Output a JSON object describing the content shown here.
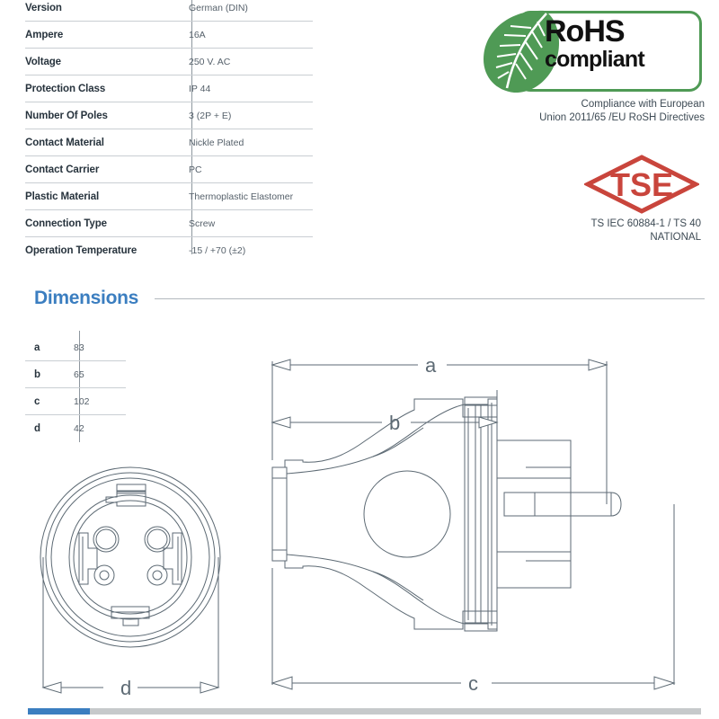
{
  "specifications": {
    "rows": [
      {
        "label": "Version",
        "value": "German (DIN)"
      },
      {
        "label": "Ampere",
        "value": "16A"
      },
      {
        "label": "Voltage",
        "value": "250 V. AC"
      },
      {
        "label": "Protection Class",
        "value": "IP 44"
      },
      {
        "label": "Number Of Poles",
        "value": "3 (2P + E)"
      },
      {
        "label": "Contact Material",
        "value": "Nickle Plated"
      },
      {
        "label": "Contact Carrier",
        "value": "PC"
      },
      {
        "label": "Plastic Material",
        "value": "Thermoplastic Elastomer"
      },
      {
        "label": "Connection Type",
        "value": "Screw"
      },
      {
        "label": "Operation Temperature",
        "value": "-15 / +70 (±2)"
      }
    ]
  },
  "certifications": {
    "rohs": {
      "title": "RoHS",
      "subtitle": "compliant",
      "note_line1": "Compliance with European",
      "note_line2": "Union 2011/65 /EU RoSH Directives",
      "green": "#4f9a55"
    },
    "tse": {
      "mark_text": "TSE",
      "note_line1": "TS IEC 60884-1 / TS 40",
      "note_line2": "NATIONAL",
      "red": "#c9453c"
    }
  },
  "dimensions_section": {
    "heading": "Dimensions",
    "heading_color": "#3b7ec0",
    "table": {
      "rows": [
        {
          "key": "a",
          "value": "83"
        },
        {
          "key": "b",
          "value": "65"
        },
        {
          "key": "c",
          "value": "102"
        },
        {
          "key": "d",
          "value": "42"
        }
      ]
    },
    "drawing_labels": {
      "a": "a",
      "b": "b",
      "c": "c",
      "d": "d"
    }
  },
  "progress": {
    "percent": 9.2,
    "fill_color": "#3b7ec0",
    "track_color": "#c6c9cb"
  }
}
